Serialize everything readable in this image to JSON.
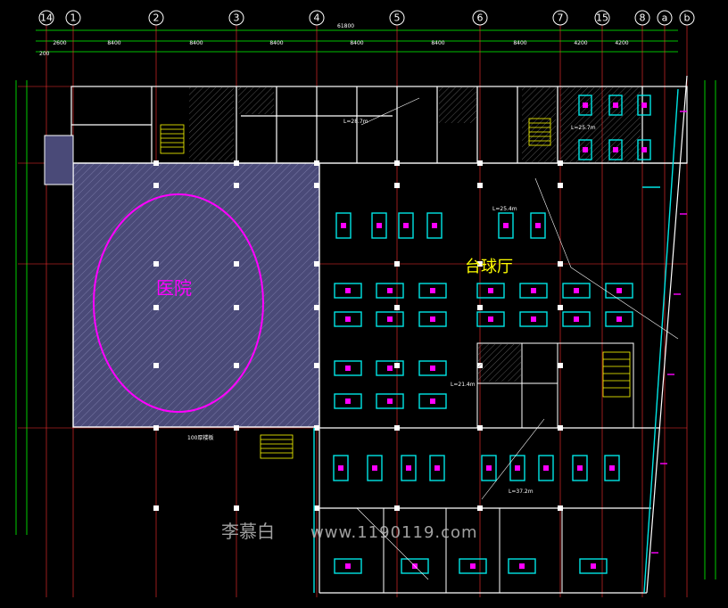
{
  "axes": {
    "top": [
      "14",
      "1",
      "2",
      "3",
      "4",
      "5",
      "6",
      "7",
      "15",
      "8",
      "a",
      "b"
    ]
  },
  "dimensions": {
    "top_total": "61800",
    "top_segments": [
      "2600",
      "8400",
      "8400",
      "8400",
      "8400",
      "8400",
      "8400",
      "4200",
      "4200"
    ],
    "left_edge": "200"
  },
  "rooms": {
    "hospital": "医院",
    "billiard_hall": "台球厅"
  },
  "annotations": {
    "length_labels": [
      "L=28.7m",
      "L=25.7m",
      "L=25.4m",
      "L=21.4m",
      "L=37.2m"
    ],
    "stair_note": "100厚楼板"
  },
  "watermark": {
    "name": "李慕白",
    "site": "www.1190119.com"
  },
  "colors": {
    "background": "#000000",
    "wall": "#ffffff",
    "dimension": "#00ff00",
    "grid_line": "#ff3030",
    "magenta": "#ff00ff",
    "cyan": "#00e5e5",
    "hospital_fill": "#4a4a78",
    "label_yellow": "#ffff00"
  }
}
